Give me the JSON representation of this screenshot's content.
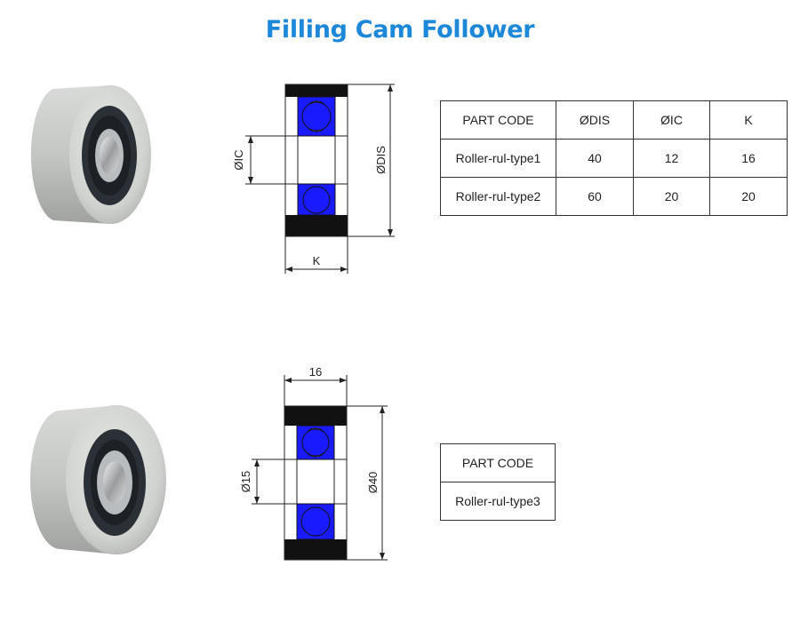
{
  "title": "Filling Cam Follower",
  "colors": {
    "title": "#1e88d8",
    "ball": "#1a1aff",
    "tire": "#111111",
    "line": "#222222",
    "roller": "#cdd0cc"
  },
  "drawing1": {
    "dim_inner": "ØIC",
    "dim_outer": "ØDIS",
    "dim_width": "K"
  },
  "drawing2": {
    "dim_width": "16",
    "dim_inner": "Ø15",
    "dim_outer": "Ø40"
  },
  "table1": {
    "headers": [
      "PART CODE",
      "ØDIS",
      "ØIC",
      "K"
    ],
    "rows": [
      [
        "Roller-rul-type1",
        "40",
        "12",
        "16"
      ],
      [
        "Roller-rul-type2",
        "60",
        "20",
        "20"
      ]
    ]
  },
  "table2": {
    "header": "PART CODE",
    "row": "Roller-rul-type3"
  }
}
